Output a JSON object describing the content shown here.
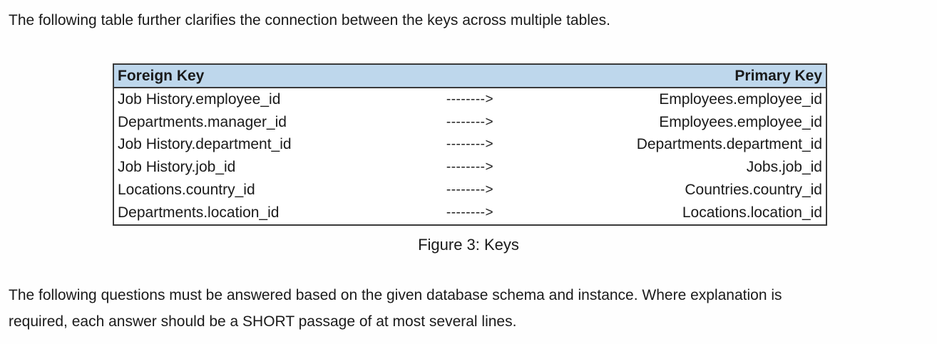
{
  "paragraph_top": "The following table further clarifies the connection between the keys across multiple tables.",
  "figure": {
    "caption": "Figure 3: Keys",
    "table": {
      "header": {
        "foreign_label": "Foreign Key",
        "primary_label": "Primary Key",
        "bg_color": "#bed7ec",
        "border_color": "#3a3a3a"
      },
      "arrow_glyph": "-------->",
      "rows": [
        {
          "foreign": "Job History.employee_id",
          "primary": "Employees.employee_id"
        },
        {
          "foreign": "Departments.manager_id",
          "primary": "Employees.employee_id"
        },
        {
          "foreign": "Job History.department_id",
          "primary": "Departments.department_id"
        },
        {
          "foreign": "Job History.job_id",
          "primary": "Jobs.job_id"
        },
        {
          "foreign": "Locations.country_id",
          "primary": "Countries.country_id"
        },
        {
          "foreign": "Departments.location_id",
          "primary": "Locations.location_id"
        }
      ]
    }
  },
  "paragraph_bottom": {
    "lines": [
      "The following questions must be answered based on the given database schema and instance. Where explanation is",
      "required, each answer should be a SHORT passage of at most several lines."
    ]
  }
}
